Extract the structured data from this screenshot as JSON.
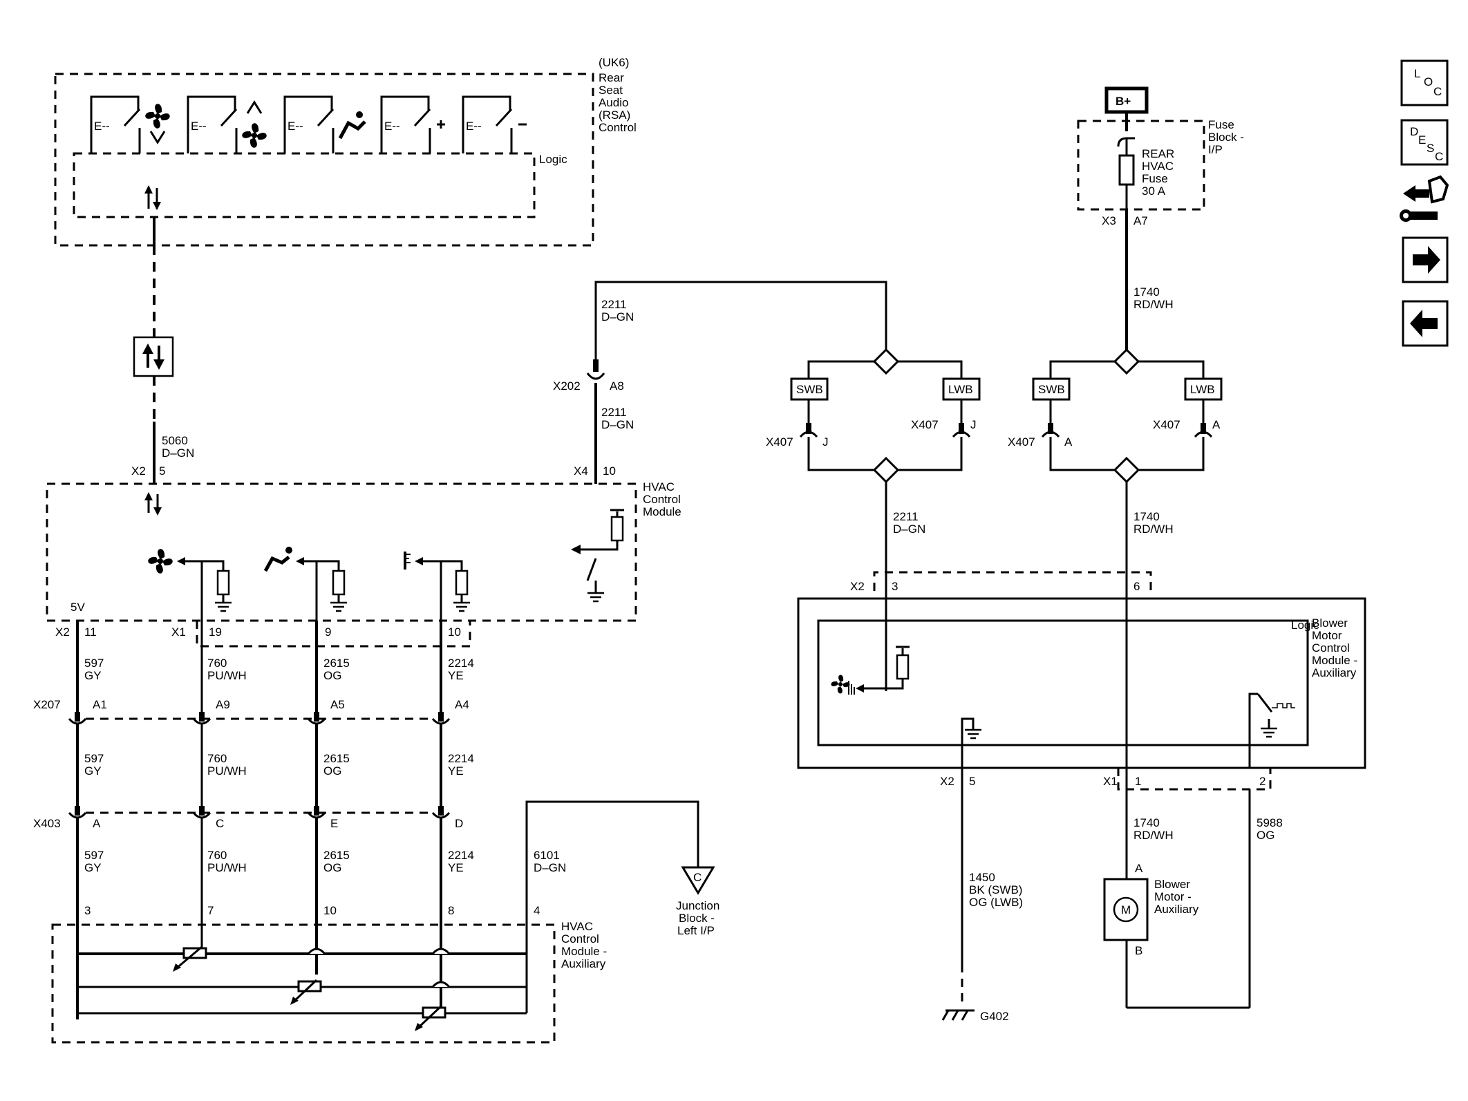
{
  "rsa": {
    "code": "(UK6)",
    "name_lines": [
      "Rear",
      "Seat",
      "Audio",
      "(RSA)",
      "Control"
    ],
    "logic": "Logic",
    "switch_label": "E--"
  },
  "fuse_block": {
    "battery": "B+",
    "name_lines": [
      "Fuse",
      "Block -",
      "I/P"
    ],
    "fuse_lines": [
      "REAR",
      "HVAC",
      "Fuse",
      "30 A"
    ],
    "connector": "X3",
    "pin": "A7"
  },
  "wires": {
    "w2211_top": [
      "2211",
      "D–GN"
    ],
    "w2211_mid": [
      "2211",
      "D–GN"
    ],
    "w2211_low": [
      "2211",
      "D–GN"
    ],
    "w1740_top": [
      "1740",
      "RD/WH"
    ],
    "w1740_mid": [
      "1740",
      "RD/WH"
    ],
    "w1740_low": [
      "1740",
      "RD/WH"
    ],
    "w5060": [
      "5060",
      "D–GN"
    ],
    "w597": [
      "597",
      "GY"
    ],
    "w760": [
      "760",
      "PU/WH"
    ],
    "w2615": [
      "2615",
      "OG"
    ],
    "w2214": [
      "2214",
      "YE"
    ],
    "w6101": [
      "6101",
      "D–GN"
    ],
    "w1450": [
      "1450",
      "BK (SWB)",
      "OG (LWB)"
    ],
    "w5988": [
      "5988",
      "OG"
    ]
  },
  "connectors": {
    "x202": "X202",
    "x202_pin": "A8",
    "x4": "X4",
    "x4_pin": "10",
    "x2_rsa": "X2",
    "x2_rsa_pin": "5",
    "x407": "X407",
    "pin_j": "J",
    "pin_a": "A",
    "swb": "SWB",
    "lwb": "LWB",
    "x2_low": "X2",
    "x1_low": "X1",
    "pin_11": "11",
    "pin_19": "19",
    "pin_9": "9",
    "pin_10": "10",
    "x207": "X207",
    "a1": "A1",
    "a9": "A9",
    "a5": "A5",
    "a4": "A4",
    "x403": "X403",
    "pa": "A",
    "pc": "C",
    "pe": "E",
    "pd": "D",
    "aux_3": "3",
    "aux_7": "7",
    "aux_10": "10",
    "aux_8": "8",
    "aux_4": "4",
    "bm_x2": "X2",
    "bm_3": "3",
    "bm_6": "6",
    "bm_low_x2": "X2",
    "bm_5": "5",
    "bm_x1": "X1",
    "bm_1": "1",
    "bm_2": "2"
  },
  "hvac_module": {
    "name_lines": [
      "HVAC",
      "Control",
      "Module"
    ],
    "five_v": "5V"
  },
  "hvac_aux": {
    "name_lines": [
      "HVAC",
      "Control",
      "Module -",
      "Auxiliary"
    ]
  },
  "junction": {
    "letter": "C",
    "name_lines": [
      "Junction",
      "Block -",
      "Left I/P"
    ]
  },
  "blower_module": {
    "name_lines": [
      "Blower",
      "Motor",
      "Control",
      "Module -",
      "Auxiliary"
    ],
    "logic": "Logic"
  },
  "blower_motor": {
    "symbol": "M",
    "name_lines": [
      "Blower",
      "Motor -",
      "Auxiliary"
    ],
    "pin_a": "A",
    "pin_b": "B"
  },
  "ground": {
    "label": "G402"
  },
  "nav": {
    "loc": [
      "L",
      "O",
      "C"
    ],
    "desc": [
      "D",
      "E",
      "S",
      "C"
    ]
  }
}
